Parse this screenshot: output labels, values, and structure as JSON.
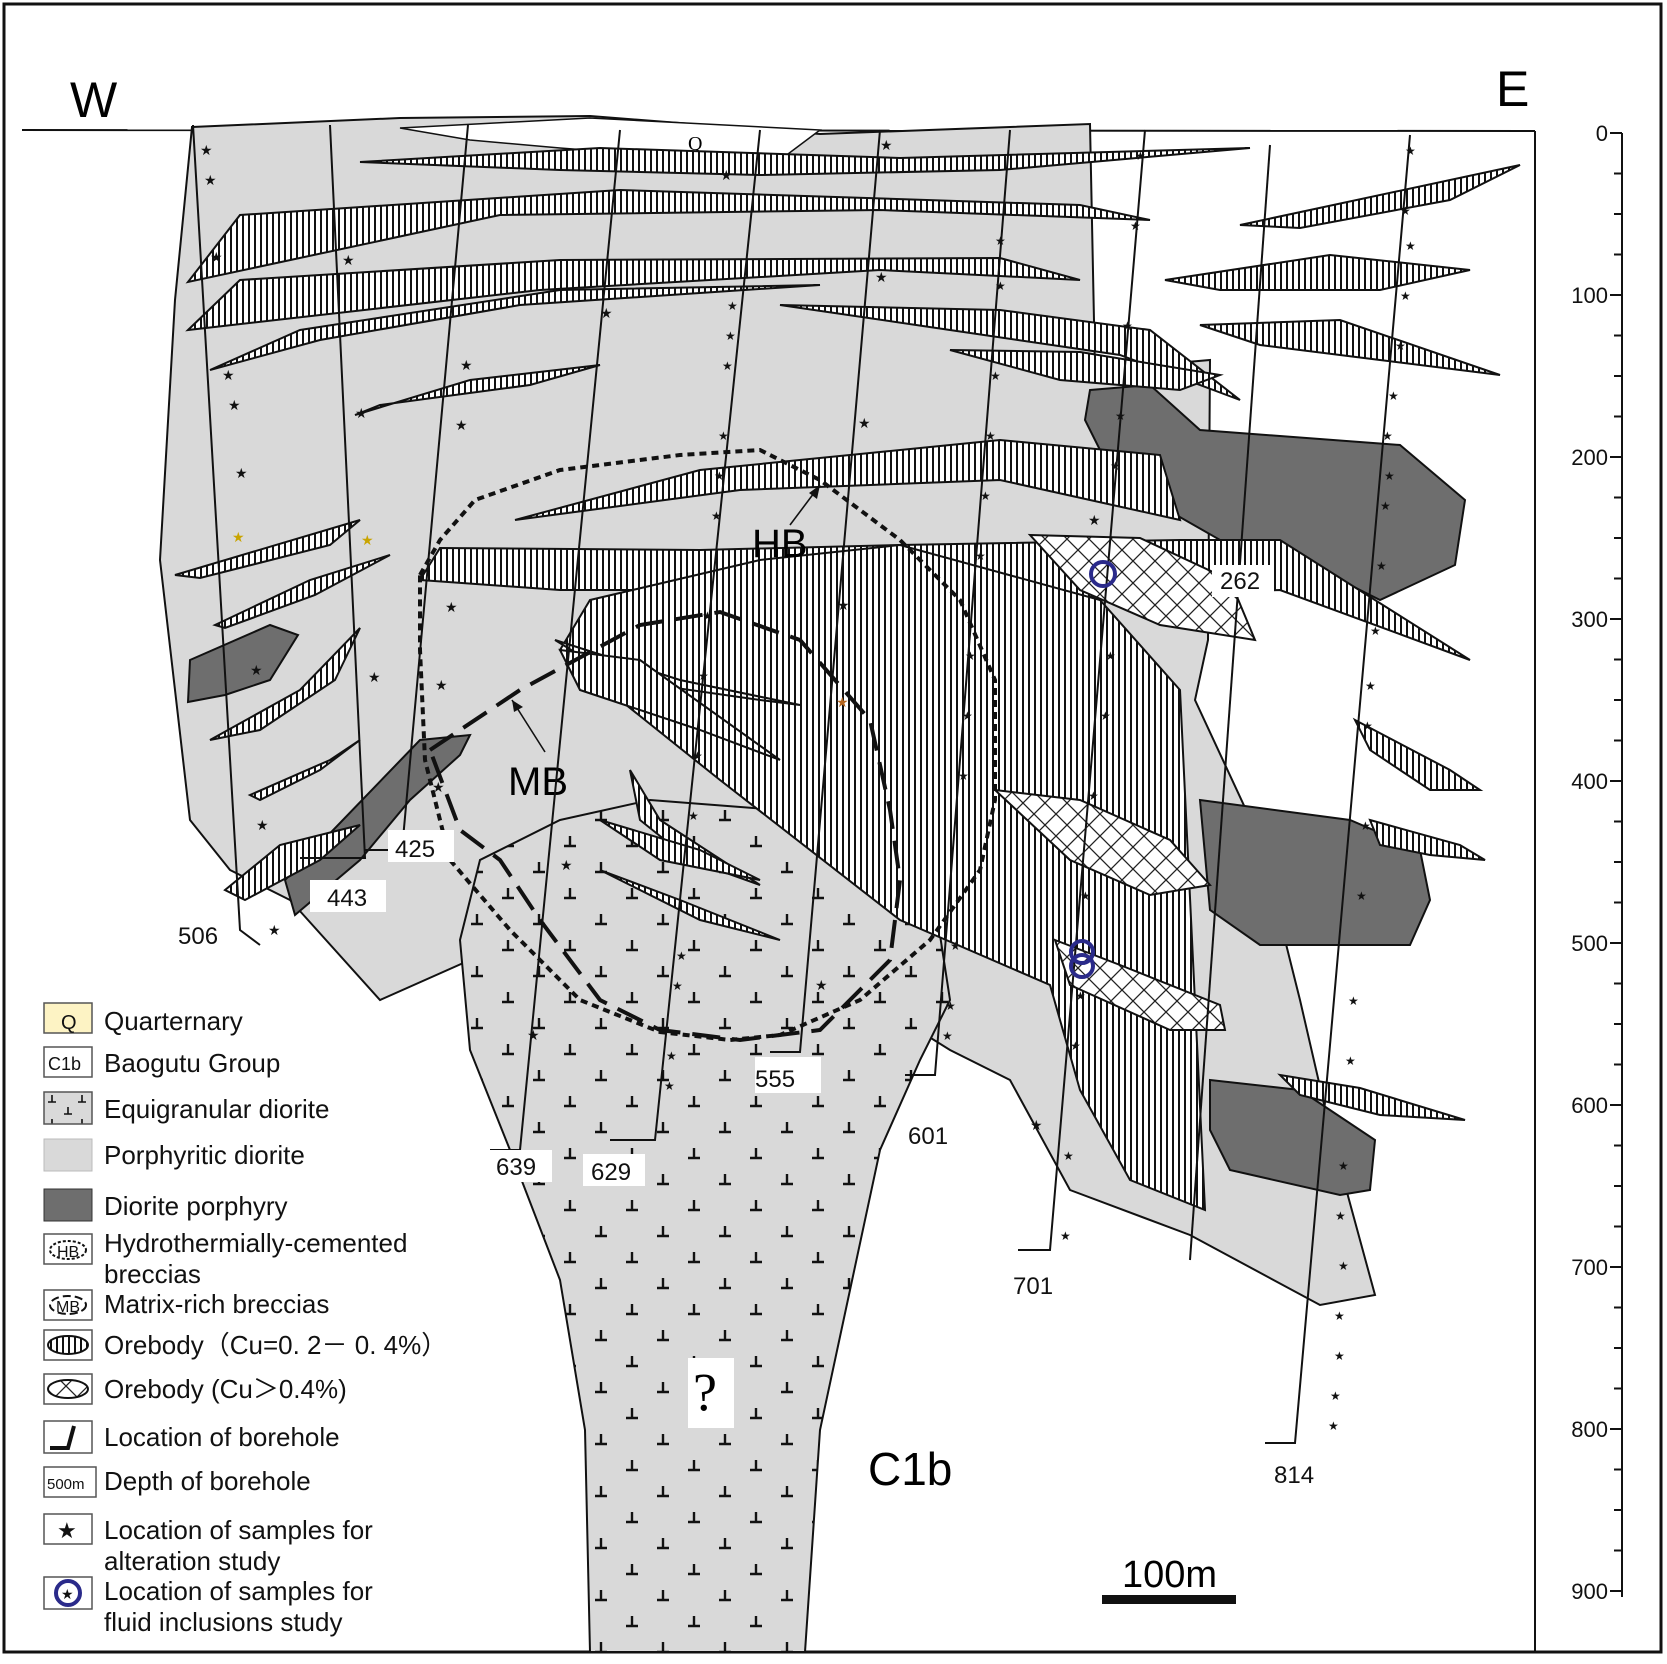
{
  "orientation": {
    "west": "W",
    "east": "E"
  },
  "depth_scale": {
    "ticks": [
      "0",
      "100",
      "200",
      "300",
      "400",
      "500",
      "600",
      "700",
      "800",
      "900"
    ]
  },
  "boreholes": [
    {
      "id": "506"
    },
    {
      "id": "443"
    },
    {
      "id": "425"
    },
    {
      "id": "639"
    },
    {
      "id": "629"
    },
    {
      "id": "555"
    },
    {
      "id": "601"
    },
    {
      "id": "701"
    },
    {
      "id": "262"
    },
    {
      "id": "814"
    }
  ],
  "map_labels": {
    "quaternary_symbol": "Q",
    "hb": "HB",
    "mb": "MB",
    "group": "C1b",
    "unknown": "?"
  },
  "scale_bar": {
    "label": "100m"
  },
  "legend": {
    "items": [
      {
        "symbol": "Q",
        "label": "Quarternary"
      },
      {
        "symbol": "C1b",
        "label": "Baogutu Group"
      },
      {
        "symbol": "",
        "label": "Equigranular diorite"
      },
      {
        "symbol": "",
        "label": "Porphyritic diorite"
      },
      {
        "symbol": "",
        "label": "Diorite porphyry"
      },
      {
        "symbol": "HB",
        "label": "Hydrothermially-cemented",
        "label2": "breccias"
      },
      {
        "symbol": "MB",
        "label": "Matrix-rich breccias"
      },
      {
        "symbol": "",
        "label": "Orebody（Cu=0. 2－ 0. 4%）"
      },
      {
        "symbol": "",
        "label": "Orebody (Cu＞0.4%)"
      },
      {
        "symbol": "",
        "label": "Location of borehole"
      },
      {
        "symbol": "500m",
        "label": "Depth of borehole"
      },
      {
        "symbol": "★",
        "label": "Location of samples for",
        "label2": "alteration study"
      },
      {
        "symbol": "",
        "label": "Location of samples for",
        "label2": "fluid inclusions study"
      }
    ]
  },
  "colors": {
    "porphyritic_diorite": "#d9d9d9",
    "diorite_porphyry": "#6e6e6e",
    "quaternary": "#fdf3c4",
    "fluid_inclusion_circle": "#2a2a8a",
    "frame": "#111111"
  }
}
